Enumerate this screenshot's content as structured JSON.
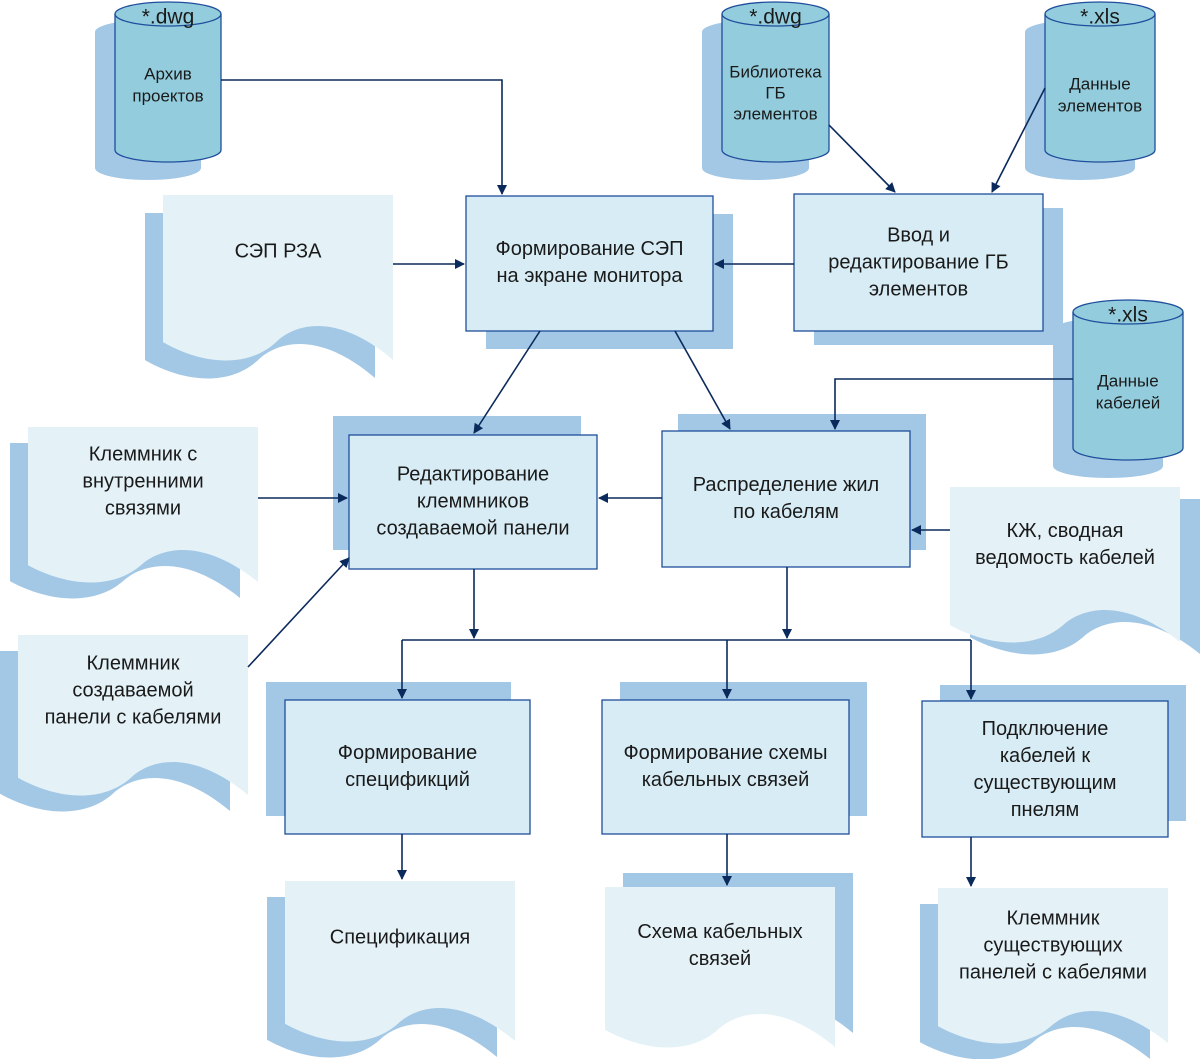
{
  "colors": {
    "fill": "#d7ecf4",
    "shadow": "#a3c8e6",
    "cylinder_fill": "#93cddd",
    "stroke": "#1f4e9c",
    "arrow": "#0b2a5c"
  },
  "databases": {
    "archive": {
      "ext": "*.dwg",
      "lines": [
        "Архив",
        "проектов"
      ]
    },
    "library": {
      "ext": "*.dwg",
      "lines": [
        "Библиотека",
        "ГБ",
        "элементов"
      ]
    },
    "elements_data": {
      "ext": "*.xls",
      "lines": [
        "Данные",
        "элементов"
      ]
    },
    "cables_data": {
      "ext": "*.xls",
      "lines": [
        "Данные",
        "кабелей"
      ]
    }
  },
  "processes": {
    "form_sep": {
      "lines": [
        "Формирование СЭП",
        "на экране монитора"
      ]
    },
    "input_gb": {
      "lines": [
        "Ввод и",
        "редактирование ГБ",
        "элементов"
      ]
    },
    "edit_terminals": {
      "lines": [
        "Редактирование",
        "клеммников",
        "создаваемой панели"
      ]
    },
    "distribute": {
      "lines": [
        "Распределение жил",
        "по кабелям"
      ]
    },
    "form_spec": {
      "lines": [
        "Формирование",
        "спецификций"
      ]
    },
    "form_scheme": {
      "lines": [
        "Формирование схемы",
        "кабельных связей"
      ]
    },
    "connect": {
      "lines": [
        "Подключение",
        "кабелей к",
        "существующим",
        "пнелям"
      ]
    }
  },
  "documents": {
    "sep_rza": {
      "lines": [
        "СЭП РЗА"
      ]
    },
    "terminal_internal": {
      "lines": [
        "Клеммник с",
        "внутренними",
        "связями"
      ]
    },
    "terminal_new": {
      "lines": [
        "Клеммник",
        "создаваемой",
        "панели с кабелями"
      ]
    },
    "kzh": {
      "lines": [
        "КЖ, сводная",
        "ведомость кабелей"
      ]
    },
    "spec": {
      "lines": [
        "Спецификация"
      ]
    },
    "scheme": {
      "lines": [
        "Схема кабельных",
        "связей"
      ]
    },
    "terminal_existing": {
      "lines": [
        "Клеммник",
        "существующих",
        "панелей с кабелями"
      ]
    }
  }
}
